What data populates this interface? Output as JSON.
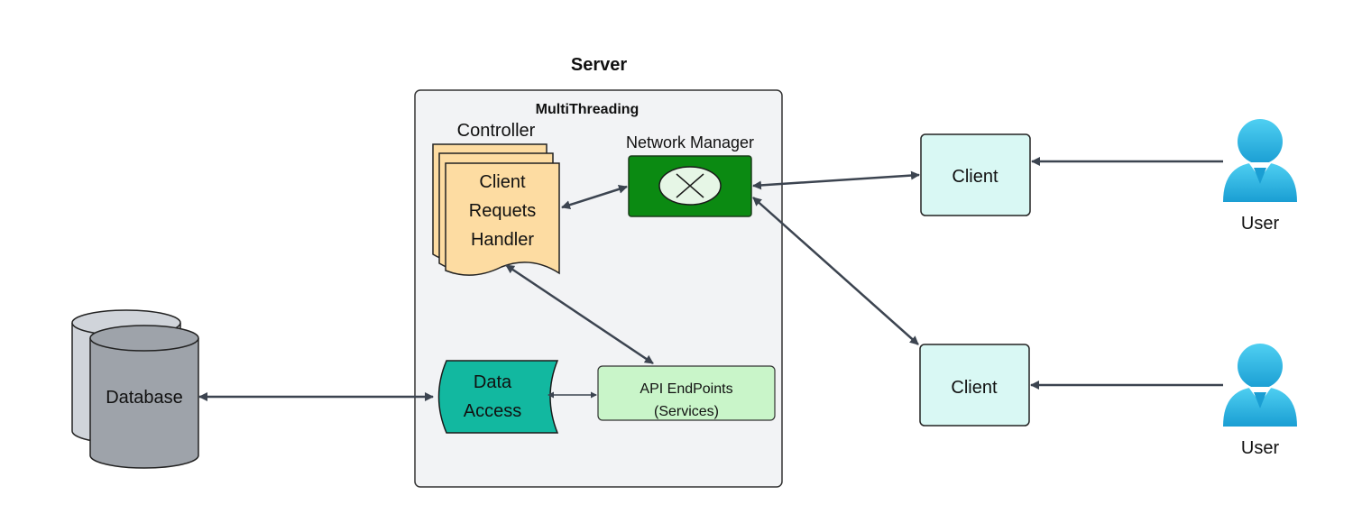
{
  "server": {
    "title": "Server",
    "container_label": "MultiThreading"
  },
  "controller": {
    "label": "Controller",
    "handler_lines": [
      "Client",
      "Requets",
      "Handler"
    ]
  },
  "network_manager": {
    "label": "Network Manager"
  },
  "data_access": {
    "lines": [
      "Data",
      "Access"
    ]
  },
  "api": {
    "lines": [
      "API EndPoints",
      "(Services)"
    ]
  },
  "database": {
    "label": "Database"
  },
  "clients": [
    {
      "label": "Client"
    },
    {
      "label": "Client"
    }
  ],
  "users": [
    {
      "label": "User"
    },
    {
      "label": "User"
    }
  ],
  "colors": {
    "server_bg": "#f2f3f5",
    "controller_fill": "#fddca2",
    "network_fill": "#0b8a12",
    "data_access_fill": "#12b8a0",
    "api_fill": "#c9f5c9",
    "client_fill": "#d9f8f4",
    "database_fill": "#9ea3aa",
    "user_color": "#29b6e4",
    "arrow": "#3c4450"
  }
}
